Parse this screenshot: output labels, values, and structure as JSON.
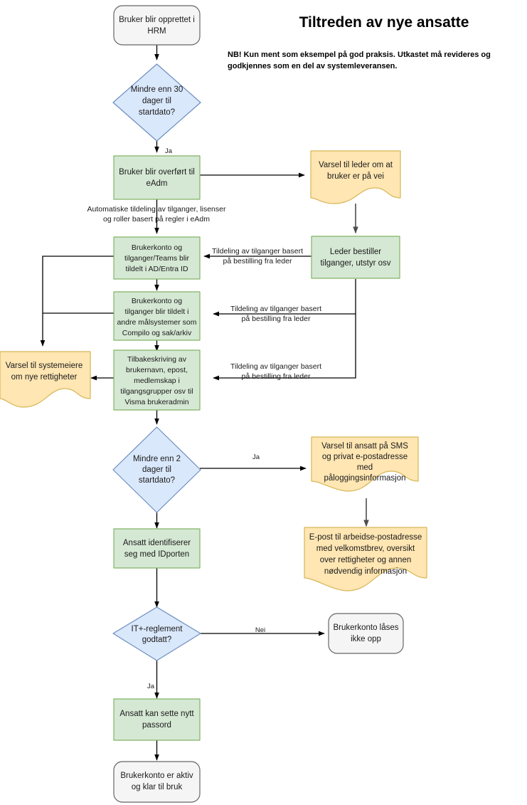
{
  "header": {
    "title": "Tiltreden av nye ansatte",
    "note_line1": "NB! Kun ment som eksempel på god praksis. Utkastet må revideres og",
    "note_line2": "godkjennes som en del av systemleveransen."
  },
  "colors": {
    "green_fill": "#d5e8d4",
    "green_stroke": "#82b366",
    "blue_fill": "#dae8fc",
    "blue_stroke": "#6c8ebf",
    "yellow_fill": "#ffe6b3",
    "yellow_stroke": "#d6b656",
    "gray_fill": "#f5f5f5",
    "gray_stroke": "#666666",
    "edge": "#000000",
    "edge_gray": "#4d4d4d"
  },
  "nodes": {
    "start": {
      "kind": "terminator",
      "lines": [
        "Bruker blir opprettet i",
        "HRM"
      ]
    },
    "decision30": {
      "kind": "decision",
      "lines": [
        "Mindre enn 30",
        "dager til",
        "startdato?"
      ]
    },
    "overfort": {
      "kind": "process",
      "lines": [
        "Bruker blir overført til",
        "eAdm"
      ]
    },
    "varsel_leder": {
      "kind": "note",
      "lines": [
        "Varsel til leder om at",
        "bruker er på vei"
      ]
    },
    "leder_bestiller": {
      "kind": "process",
      "lines": [
        "Leder bestiller",
        "tilganger, utstyr osv"
      ]
    },
    "ad_entra": {
      "kind": "process",
      "lines": [
        "Brukerkonto og",
        "tilganger/Teams blir",
        "tildelt i AD/Entra ID"
      ]
    },
    "andre_malsystemer": {
      "kind": "process",
      "lines": [
        "Brukerkonto og",
        "tilganger blir tildelt i",
        "andre målsystemer som",
        "Compilo og sak/arkiv"
      ]
    },
    "tilbakeskriving": {
      "kind": "process",
      "lines": [
        "Tilbakeskriving av",
        "brukernavn, epost,",
        "medlemskap i",
        "tilgangsgrupper osv til",
        "Visma brukeradmin"
      ]
    },
    "varsel_systemeiere": {
      "kind": "note",
      "lines": [
        "Varsel til systemeiere",
        "om nye rettigheter"
      ]
    },
    "decision2": {
      "kind": "decision",
      "lines": [
        "Mindre enn 2",
        "dager til",
        "startdato?"
      ]
    },
    "varsel_ansatt": {
      "kind": "note",
      "lines": [
        "Varsel til ansatt på SMS",
        "og privat e-postadresse",
        "med",
        "påloggingsinformasjon"
      ]
    },
    "epost_arbeid": {
      "kind": "note",
      "lines": [
        "E-post til arbeidse-postadresse",
        "med velkomstbrev, oversikt",
        "over rettigheter og annen",
        "nødvendig informasjon"
      ]
    },
    "idporten": {
      "kind": "process",
      "lines": [
        "Ansatt identifiserer",
        "seg med IDporten"
      ]
    },
    "reglement": {
      "kind": "decision",
      "lines": [
        "IT+-reglement",
        "godtatt?"
      ]
    },
    "laases_ikke": {
      "kind": "terminator",
      "lines": [
        "Brukerkonto låses",
        "ikke opp"
      ]
    },
    "nytt_passord": {
      "kind": "process",
      "lines": [
        "Ansatt kan sette nytt",
        "passord"
      ]
    },
    "aktiv": {
      "kind": "terminator",
      "lines": [
        "Brukerkonto er aktiv",
        "og klar til bruk"
      ]
    }
  },
  "edge_labels": {
    "ja_30": "Ja",
    "automatisk_l1": "Automatiske tildeling av tilganger, lisenser",
    "automatisk_l2": "og roller basert på regler i eAdm",
    "tildeling1_l1": "Tildeling av tilganger basert",
    "tildeling1_l2": "på bestilling fra leder",
    "tildeling2_l1": "Tildeling av tilganger basert",
    "tildeling2_l2": "på bestilling fra leder",
    "tildeling3_l1": "Tildeling av tilganger basert",
    "tildeling3_l2": "på bestilling fra leder",
    "ja_2": "Ja",
    "nei": "Nei",
    "ja_reglement": "Ja"
  }
}
